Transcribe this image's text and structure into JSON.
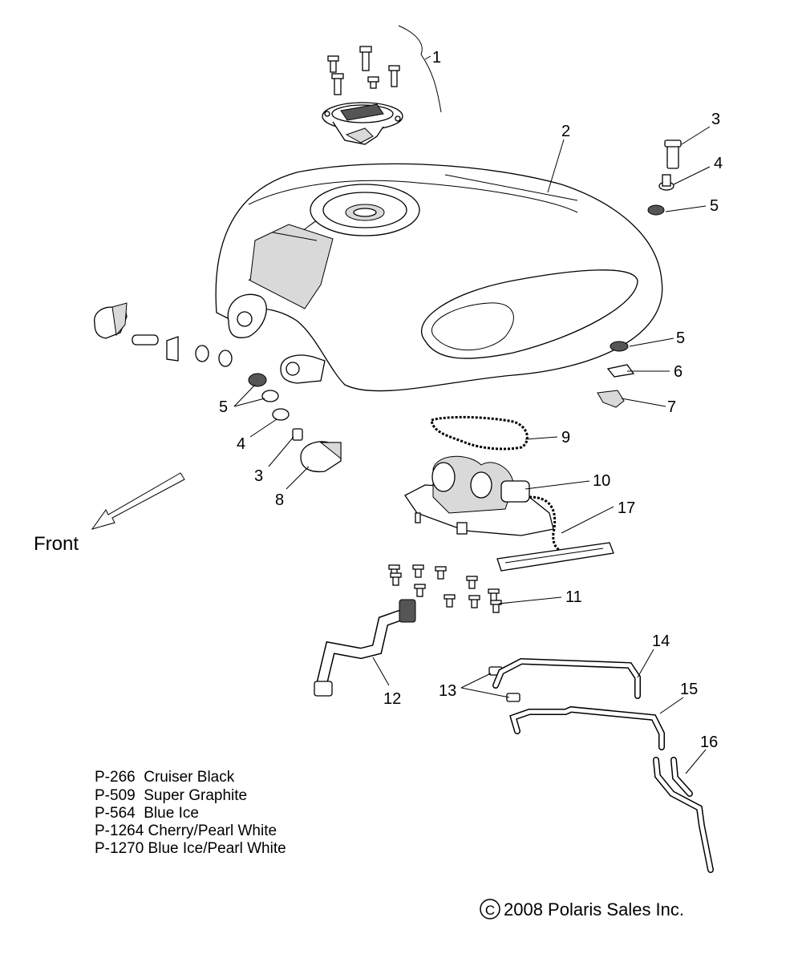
{
  "diagram": {
    "callouts": [
      "1",
      "2",
      "3",
      "4",
      "5",
      "5",
      "6",
      "7",
      "5",
      "4",
      "3",
      "8",
      "9",
      "10",
      "17",
      "11",
      "12",
      "13",
      "14",
      "15",
      "16"
    ],
    "front_label": "Front",
    "color_codes": [
      "P-266  Cruiser Black",
      "P-509  Super Graphite",
      "P-564  Blue Ice",
      "P-1264 Cherry/Pearl White",
      "P-1270 Blue Ice/Pearl White"
    ],
    "copyright": "2008 Polaris Sales Inc.",
    "copyright_symbol": "C"
  }
}
